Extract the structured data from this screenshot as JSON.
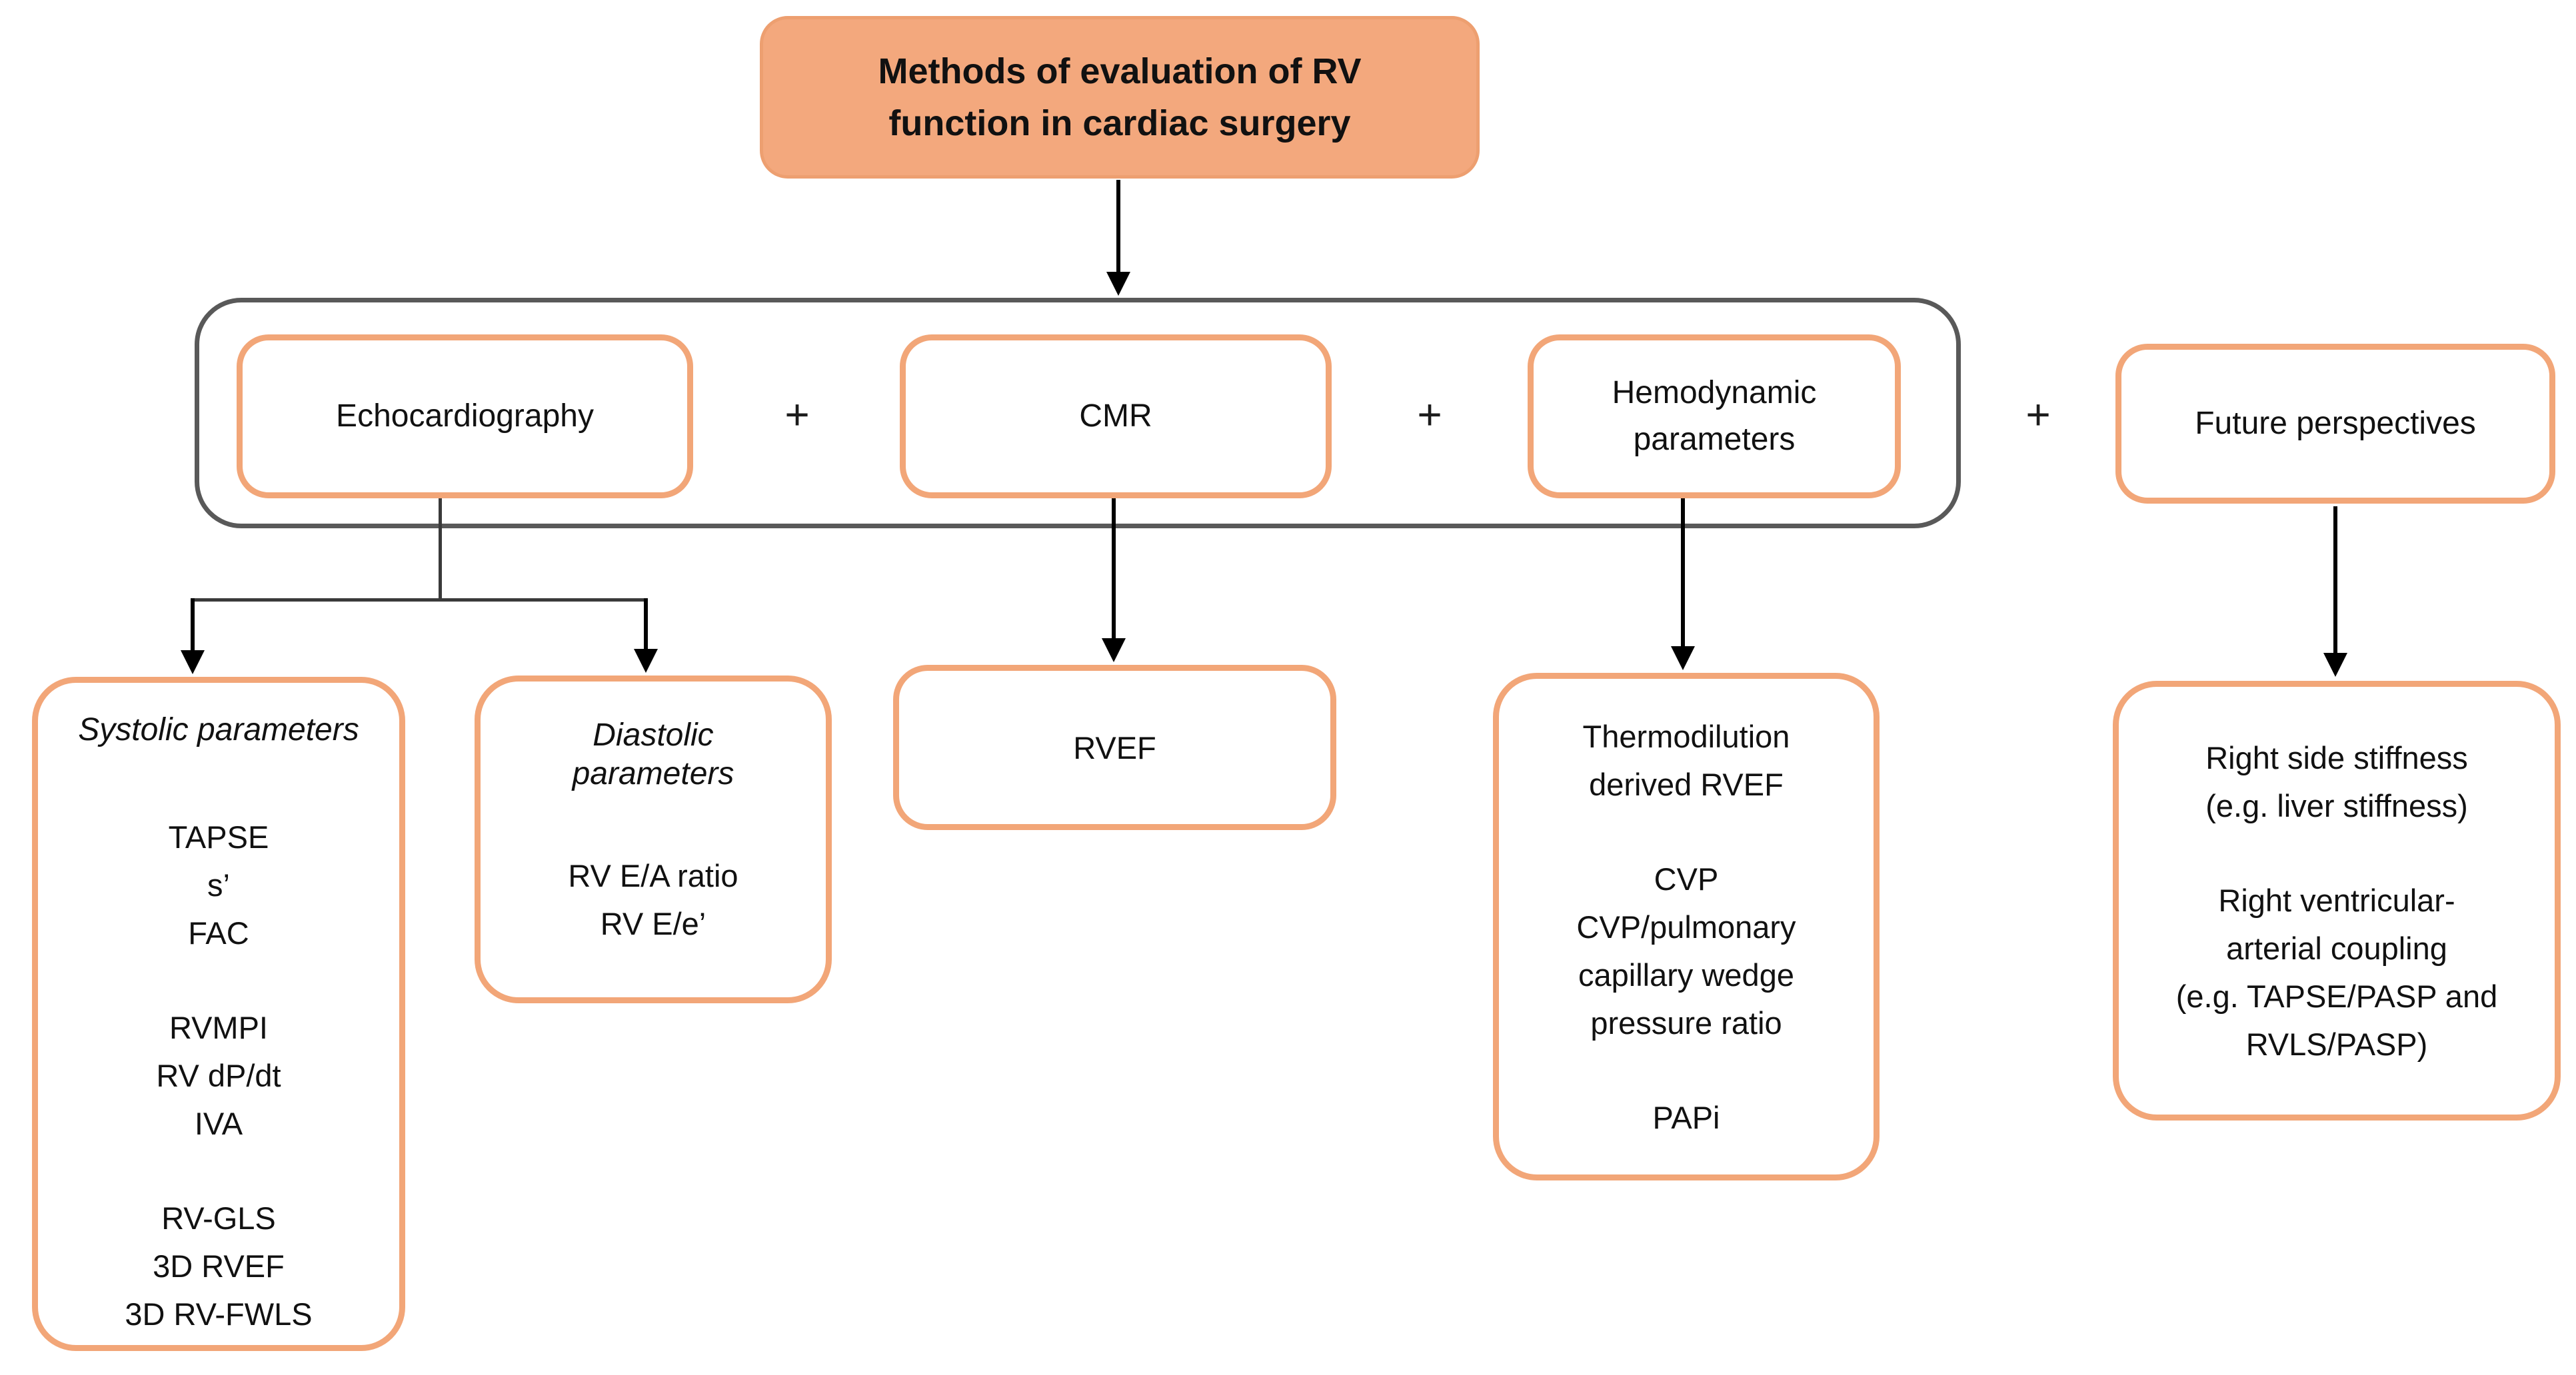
{
  "figure": {
    "title": "Methods of evaluation of RV function in cardiac surgery",
    "plus_sign": "+",
    "branches": [
      {
        "label": "Echocardiography"
      },
      {
        "label": "CMR"
      },
      {
        "label": "Hemodynamic parameters"
      },
      {
        "label": "Future perspectives"
      }
    ],
    "systolic": {
      "title": "Systolic parameters",
      "lines": [
        "TAPSE",
        "s’",
        "FAC",
        "",
        "RVMPI",
        "RV dP/dt",
        "IVA",
        "",
        "RV-GLS",
        "3D RVEF",
        "3D RV-FWLS"
      ]
    },
    "diastolic": {
      "title": "Diastolic parameters",
      "lines": [
        "RV E/A ratio",
        "RV E/e’"
      ]
    },
    "cmr_child": {
      "lines": [
        "RVEF"
      ]
    },
    "hemodynamic_child": {
      "lines": [
        "Thermodilution",
        "derived RVEF",
        "",
        "CVP",
        "CVP/pulmonary",
        "capillary wedge",
        "pressure ratio",
        "",
        "PAPi"
      ]
    },
    "future_child": {
      "lines": [
        "Right side stiffness",
        "(e.g. liver stiffness)",
        "",
        "Right ventricular-",
        "arterial coupling",
        "(e.g. TAPSE/PASP and",
        "RVLS/PASP)"
      ]
    },
    "colors": {
      "accent_orange_border": "#F2A678",
      "title_box_fill": "#F3A87D",
      "container_border": "#595959",
      "arrow_black": "#000000"
    }
  }
}
